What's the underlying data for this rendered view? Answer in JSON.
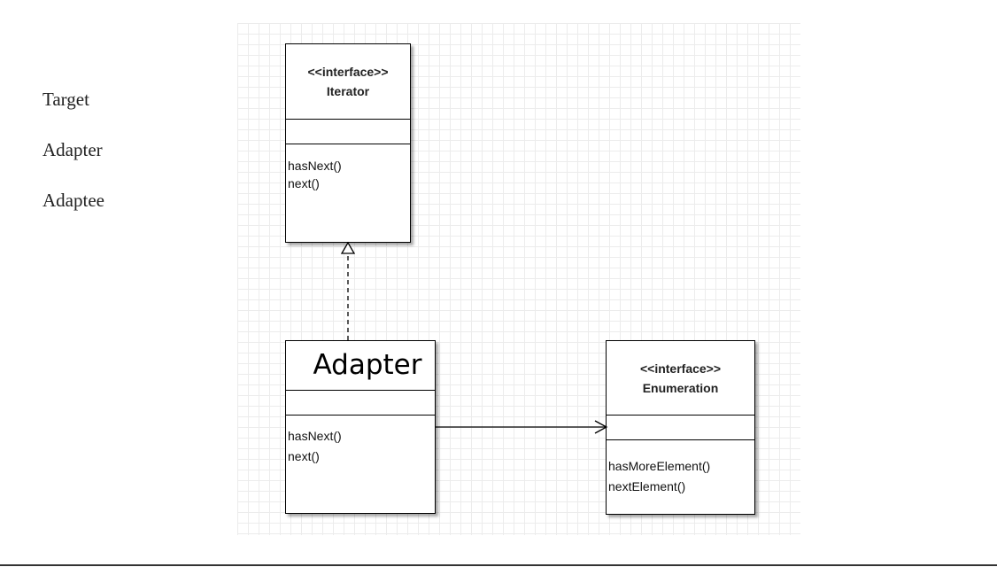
{
  "legend": {
    "items": [
      "Target",
      "Adapter",
      "Adaptee"
    ]
  },
  "diagram": {
    "iterator": {
      "stereotype": "<<interface>>",
      "name": "Iterator",
      "operations": [
        "hasNext()",
        "next()"
      ]
    },
    "adapter": {
      "name": "Adapter",
      "operations": [
        "hasNext()",
        "next()"
      ]
    },
    "enumeration": {
      "stereotype": "<<interface>>",
      "name": "Enumeration",
      "operations": [
        "hasMoreElement()",
        "nextElement()"
      ]
    }
  }
}
